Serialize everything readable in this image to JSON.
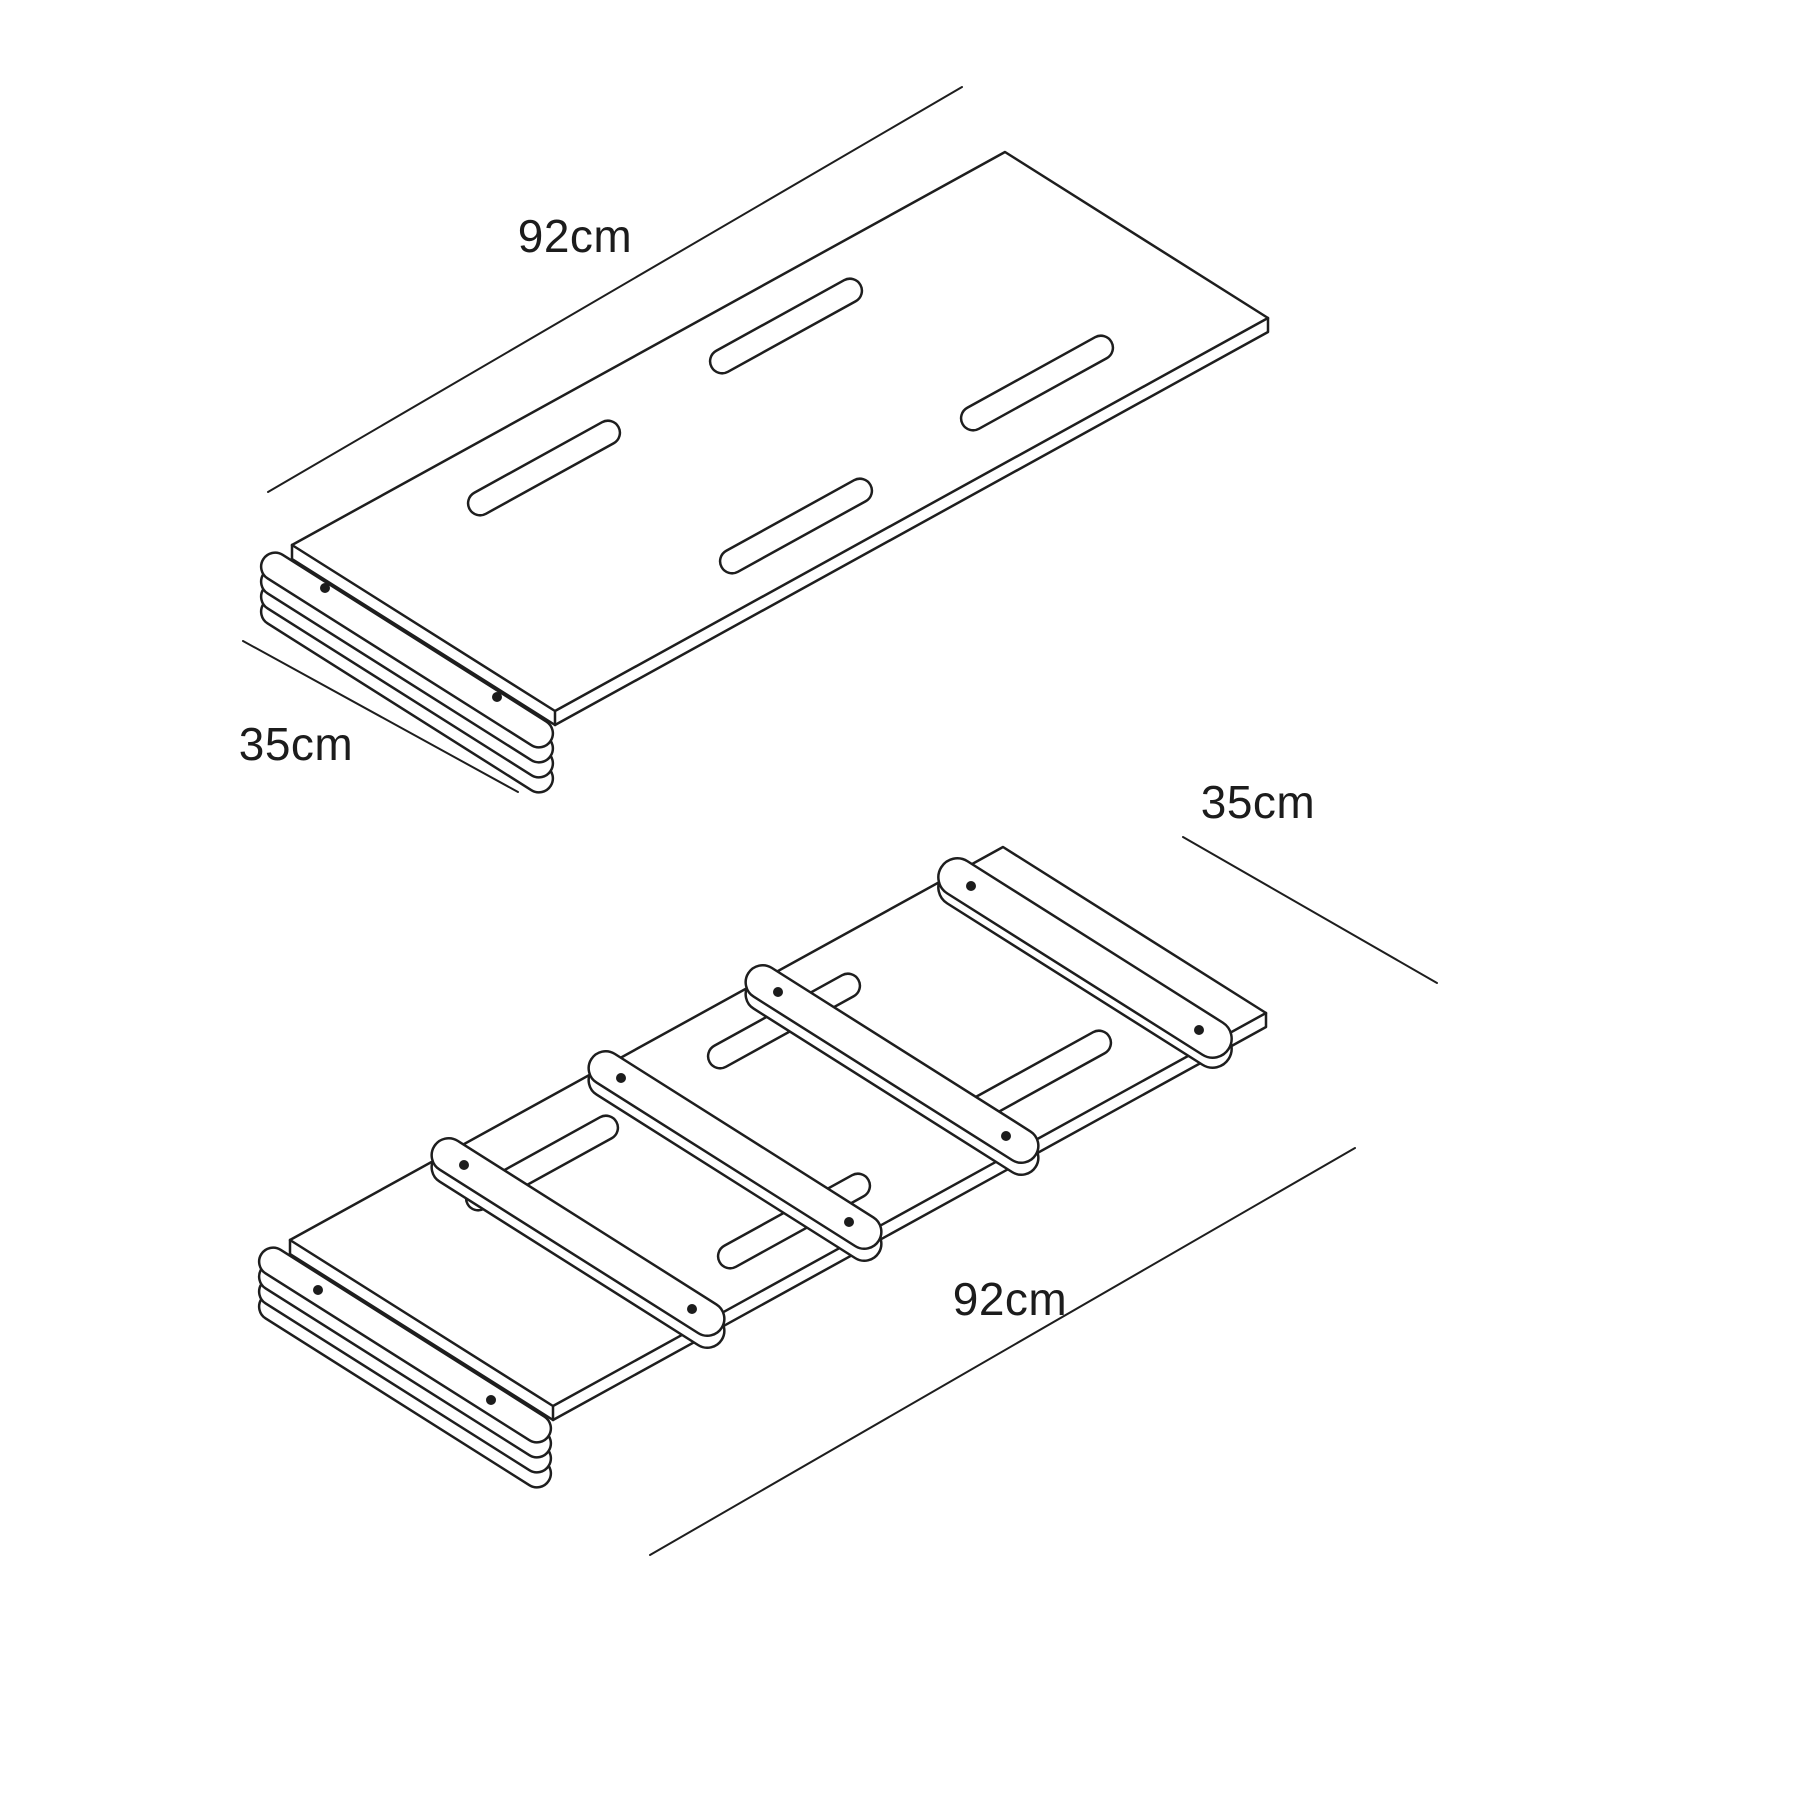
{
  "page": {
    "background_color": "#ffffff",
    "line_color": "#1e1e1e"
  },
  "drawing": {
    "type": "isometric-assembly-diagram",
    "figures": [
      {
        "id": "flat-panel-with-slots",
        "length_label": "92cm",
        "width_label": "35cm"
      },
      {
        "id": "panel-with-rungs",
        "width_label": "35cm",
        "length_label": "92cm"
      }
    ]
  }
}
